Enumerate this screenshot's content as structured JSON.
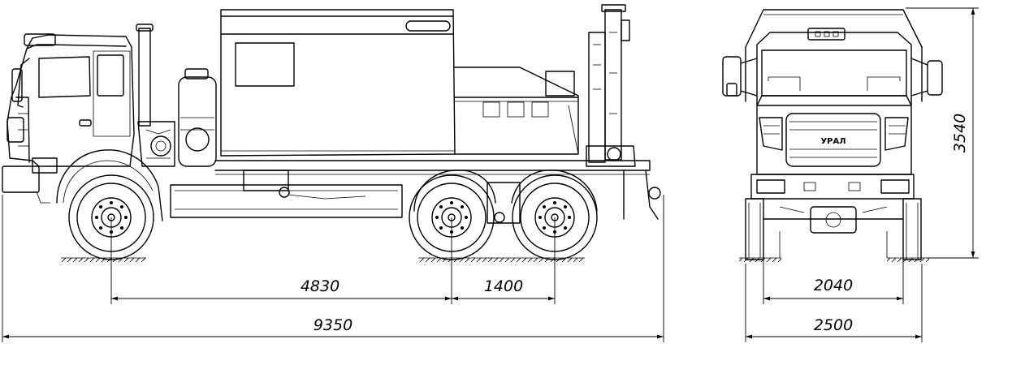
{
  "dimensions": {
    "wheelbase_front": "4830",
    "wheelbase_rear": "1400",
    "overall_length": "9350",
    "overall_height": "3540",
    "track_width": "2040",
    "overall_width": "2500"
  },
  "grille_logo": "УРАЛ",
  "colors": {
    "line": "#000000",
    "background": "#ffffff"
  }
}
